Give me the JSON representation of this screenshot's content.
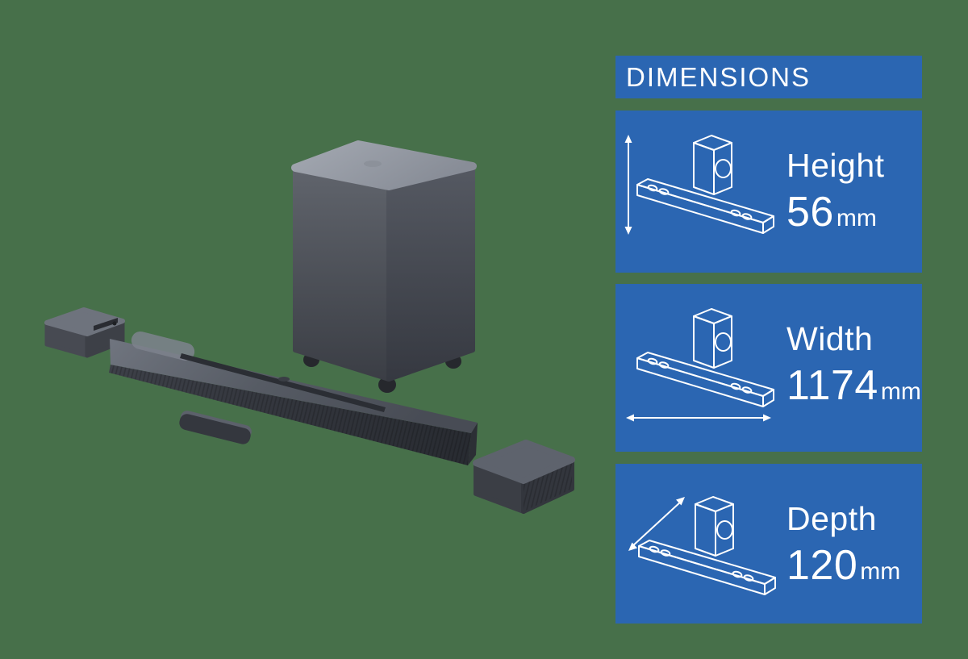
{
  "colors": {
    "background_green": "#47704A",
    "panel_blue": "#2B66B2",
    "text_white": "#FFFFFF",
    "product_dark_gray": "#3A3D45",
    "product_light_gray": "#9BA0A9"
  },
  "panel": {
    "header": {
      "title": "DIMENSIONS"
    },
    "cards": [
      {
        "id": "height",
        "label": "Height",
        "value": "56",
        "unit": "mm",
        "icon": "soundbar-subwoofer-height-arrow-icon"
      },
      {
        "id": "width",
        "label": "Width",
        "value": "1174",
        "unit": "mm",
        "icon": "soundbar-subwoofer-width-arrow-icon"
      },
      {
        "id": "depth",
        "label": "Depth",
        "value": "120",
        "unit": "mm",
        "icon": "soundbar-subwoofer-depth-arrow-icon"
      }
    ]
  },
  "product": {
    "parts": [
      "subwoofer",
      "soundbar",
      "left-surround-speaker",
      "right-surround-speaker",
      "remote-control"
    ]
  }
}
